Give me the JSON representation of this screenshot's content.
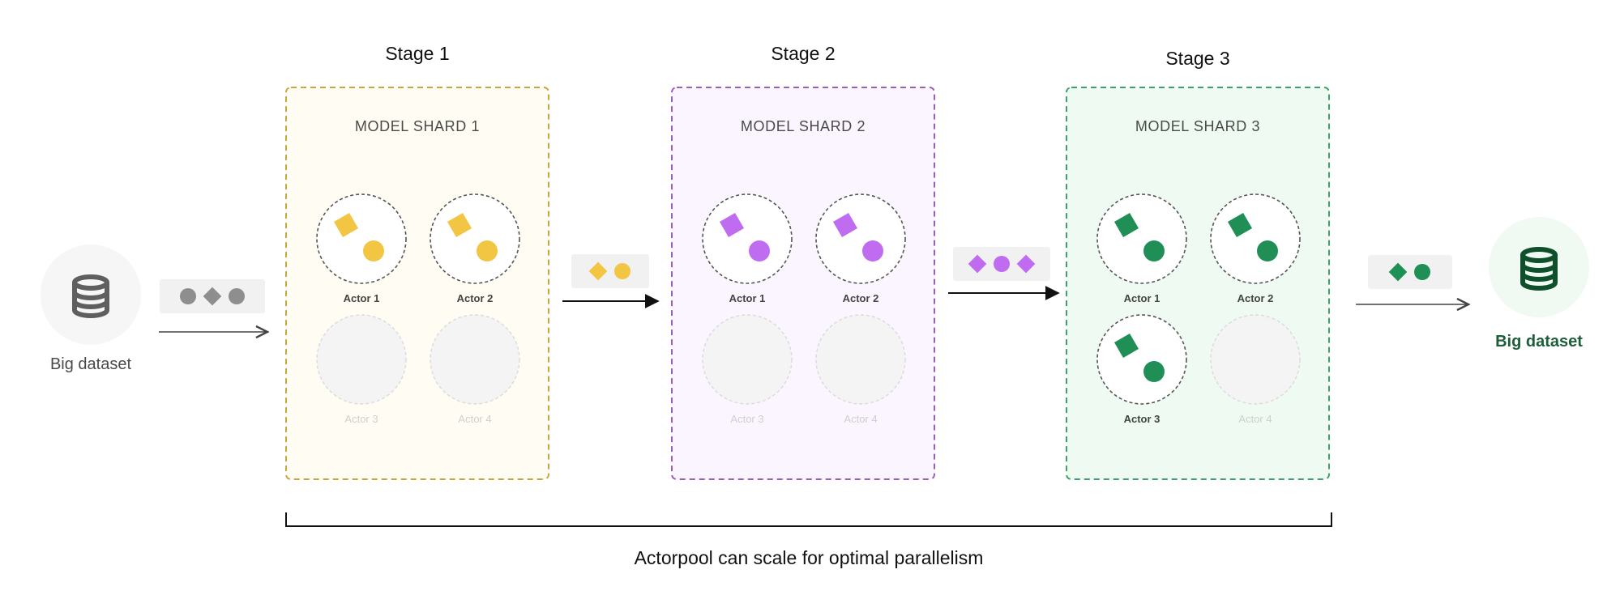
{
  "input": {
    "label": "Big dataset",
    "icon": "database-icon"
  },
  "output": {
    "label": "Big dataset",
    "icon": "database-icon"
  },
  "stages": [
    {
      "title": "Stage 1",
      "shard": "MODEL SHARD 1",
      "color": "#f2c543",
      "border": "#c9a63b",
      "fill": "#fffcf3",
      "actors": [
        {
          "label": "Actor 1",
          "active": true
        },
        {
          "label": "Actor 2",
          "active": true
        },
        {
          "label": "Actor 3",
          "active": false
        },
        {
          "label": "Actor 4",
          "active": false
        }
      ]
    },
    {
      "title": "Stage 2",
      "shard": "MODEL SHARD 2",
      "color": "#c06cf0",
      "border": "#9a5fb8",
      "fill": "#faf5ff",
      "actors": [
        {
          "label": "Actor 1",
          "active": true
        },
        {
          "label": "Actor 2",
          "active": true
        },
        {
          "label": "Actor 3",
          "active": false
        },
        {
          "label": "Actor 4",
          "active": false
        }
      ]
    },
    {
      "title": "Stage 3",
      "shard": "MODEL SHARD 3",
      "color": "#1f8f55",
      "border": "#3fa06a",
      "fill": "#eefaf2",
      "actors": [
        {
          "label": "Actor 1",
          "active": true
        },
        {
          "label": "Actor 2",
          "active": true
        },
        {
          "label": "Actor 3",
          "active": true
        },
        {
          "label": "Actor 4",
          "active": false
        }
      ]
    }
  ],
  "batches": [
    {
      "shapes": [
        "circle",
        "diamond",
        "circle"
      ],
      "color": "#8e8e8e"
    },
    {
      "shapes": [
        "diamond",
        "circle"
      ],
      "color": "#f2c543"
    },
    {
      "shapes": [
        "diamond",
        "circle",
        "diamond"
      ],
      "color": "#c06cf0"
    },
    {
      "shapes": [
        "diamond",
        "circle"
      ],
      "color": "#1f8f55"
    }
  ],
  "caption": "Actorpool can scale for optimal parallelism",
  "colors": {
    "input_icon": "#5f5f5f",
    "output_icon": "#0f4f2c",
    "output_label": "#1d5e3a",
    "inactive": "#dadada"
  }
}
